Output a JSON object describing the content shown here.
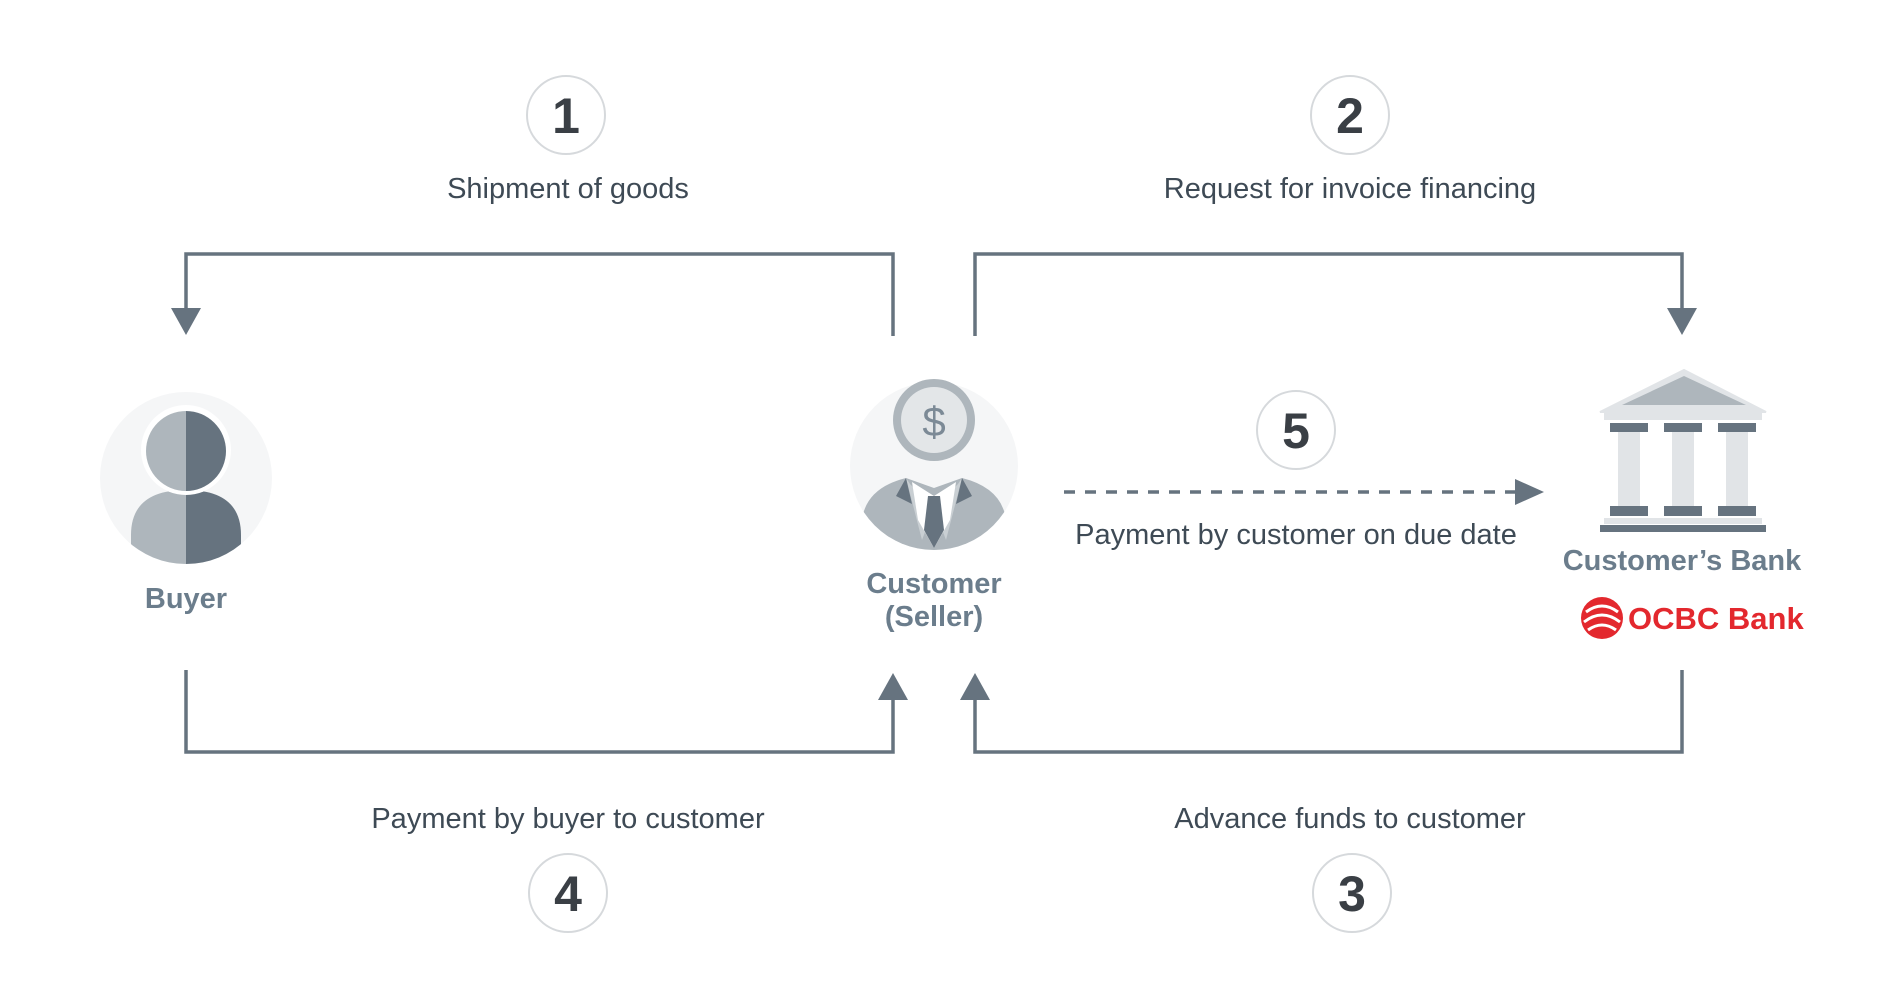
{
  "steps": [
    {
      "number": "1",
      "label": "Shipment of goods"
    },
    {
      "number": "2",
      "label": "Request for invoice financing"
    },
    {
      "number": "3",
      "label": "Advance funds to customer"
    },
    {
      "number": "4",
      "label": "Payment by buyer to customer"
    },
    {
      "number": "5",
      "label": "Payment by customer on due date"
    }
  ],
  "nodes": {
    "buyer": {
      "label": "Buyer",
      "icon": "person-icon"
    },
    "customer": {
      "label_line1": "Customer",
      "label_line2": "(Seller)",
      "icon": "businessman-icon",
      "badge": "$"
    },
    "bank": {
      "label": "Customer’s Bank",
      "icon": "bank-building-icon",
      "logo_text": "OCBC Bank"
    }
  },
  "colors": {
    "line": "#66737f",
    "label_text": "#3e4a55",
    "node_text": "#6b7d8c",
    "circle_stroke": "#d6d9dc",
    "brand_red": "#e3282e",
    "icon_light": "#aeb6bc",
    "icon_dark": "#66737f"
  }
}
